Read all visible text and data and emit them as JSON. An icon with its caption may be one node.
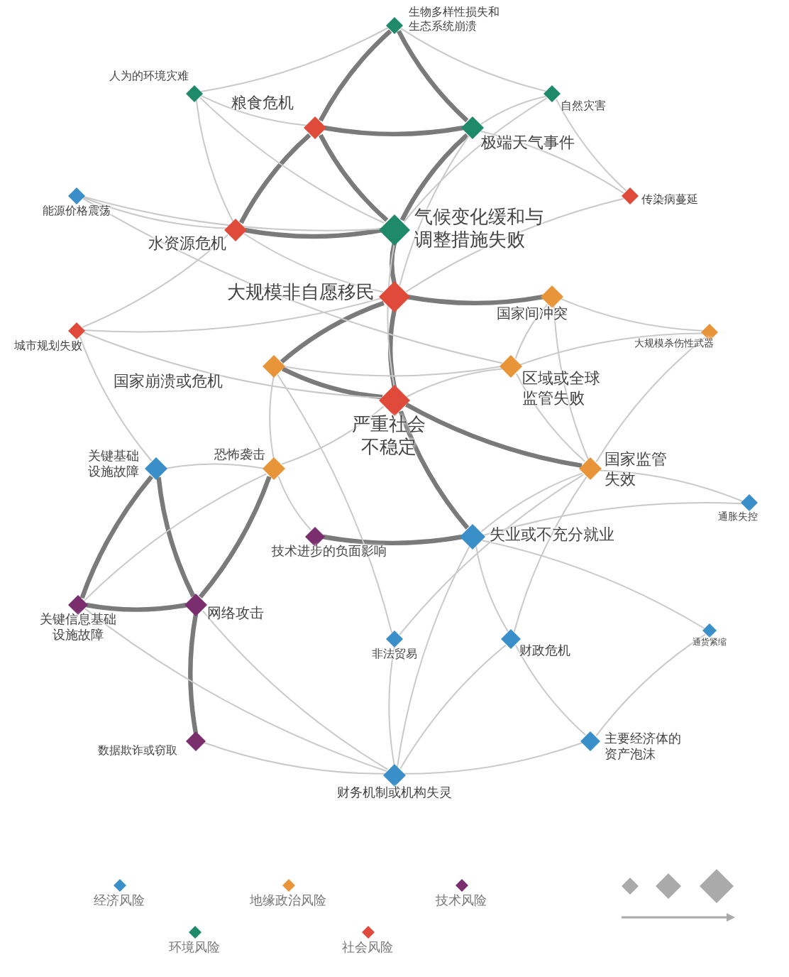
{
  "diagram": {
    "nodes": [
      {
        "text": [
          "生物多样性损失和生态系统崩溃"
        ]
      },
      {
        "text": [
          "人为的环境灾难"
        ]
      },
      {
        "text": [
          "粮食危机"
        ]
      },
      {
        "text": [
          "极端天气事件"
        ]
      },
      {
        "text": [
          "自然灾害"
        ]
      },
      {
        "text": [
          "能源价格震荡"
        ]
      },
      {
        "text": [
          "传染病蔓延"
        ]
      },
      {
        "text": [
          "水资源危机"
        ]
      },
      {
        "text": [
          "气候变化缓和与调整措施失败"
        ]
      },
      {
        "text": [
          "大规模非自愿移民"
        ]
      },
      {
        "text": [
          "城市规划失败"
        ]
      },
      {
        "text": [
          "国家间冲突"
        ]
      },
      {
        "text": [
          "大规模杀伤性武器"
        ]
      },
      {
        "text": [
          "国家崩溃或危机"
        ]
      },
      {
        "text": [
          "区域或全球监管失败"
        ]
      },
      {
        "text": [
          "严重社会不稳定"
        ]
      },
      {
        "text": [
          "关键基础设施故障"
        ]
      },
      {
        "text": [
          "恐怖袭击"
        ]
      },
      {
        "text": [
          "国家监管失效"
        ]
      },
      {
        "text": [
          "通胀失控"
        ]
      },
      {
        "text": [
          "技术进步的负面影响"
        ]
      },
      {
        "text": [
          "失业或不充分就业"
        ]
      },
      {
        "text": [
          "关键信息基础设施故障"
        ]
      },
      {
        "text": [
          "网络攻击"
        ]
      },
      {
        "text": [
          "非法贸易"
        ]
      },
      {
        "text": [
          "财政危机"
        ]
      },
      {
        "text": [
          "通货紧缩"
        ]
      },
      {
        "text": [
          "数据欺诈或窃取"
        ]
      },
      {
        "text": [
          "主要经济体的资产泡沫"
        ]
      },
      {
        "text": [
          "财务机制或机构失灵"
        ]
      }
    ],
    "edges": [
      {
        "from": 2,
        "to": 3,
        "arrow": "none",
        "style": "thick",
        "color": "#7a7a7a"
      },
      {
        "from": 2,
        "to": 8,
        "arrow": "none",
        "style": "thick",
        "color": "#7a7a7a"
      },
      {
        "from": 3,
        "to": 8,
        "arrow": "none",
        "style": "thick",
        "color": "#7a7a7a"
      },
      {
        "from": 0,
        "to": 2,
        "arrow": "none",
        "style": "thick",
        "color": "#7a7a7a"
      },
      {
        "from": 0,
        "to": 3,
        "arrow": "none",
        "style": "thick",
        "color": "#7a7a7a"
      },
      {
        "from": 7,
        "to": 8,
        "arrow": "none",
        "style": "thick",
        "color": "#7a7a7a"
      },
      {
        "from": 8,
        "to": 9,
        "arrow": "none",
        "style": "thick",
        "color": "#7a7a7a"
      },
      {
        "from": 9,
        "to": 13,
        "arrow": "none",
        "style": "thick",
        "color": "#7a7a7a"
      },
      {
        "from": 9,
        "to": 11,
        "arrow": "none",
        "style": "thick",
        "color": "#7a7a7a"
      },
      {
        "from": 9,
        "to": 15,
        "arrow": "none",
        "style": "thick",
        "color": "#7a7a7a"
      },
      {
        "from": 13,
        "to": 15,
        "arrow": "none",
        "style": "thick",
        "color": "#7a7a7a"
      },
      {
        "from": 15,
        "to": 18,
        "arrow": "none",
        "style": "thick",
        "color": "#7a7a7a"
      },
      {
        "from": 15,
        "to": 21,
        "arrow": "none",
        "style": "thick",
        "color": "#7a7a7a"
      },
      {
        "from": 20,
        "to": 21,
        "arrow": "none",
        "style": "thick",
        "color": "#7a7a7a"
      },
      {
        "from": 2,
        "to": 7,
        "arrow": "none",
        "style": "thick",
        "color": "#7a7a7a"
      },
      {
        "from": 16,
        "to": 23,
        "arrow": "none",
        "style": "thick",
        "color": "#7a7a7a"
      },
      {
        "from": 16,
        "to": 22,
        "arrow": "none",
        "style": "thick",
        "color": "#7a7a7a"
      },
      {
        "from": 22,
        "to": 23,
        "arrow": "none",
        "style": "thick",
        "color": "#7a7a7a"
      },
      {
        "from": 23,
        "to": 17,
        "arrow": "none",
        "style": "thick",
        "color": "#7a7a7a"
      },
      {
        "from": 23,
        "to": 27,
        "arrow": "none",
        "style": "thick",
        "color": "#7a7a7a"
      },
      {
        "from": 27,
        "to": 29,
        "arrow": "none"
      },
      {
        "from": 29,
        "to": 28,
        "arrow": "none"
      },
      {
        "from": 1,
        "to": 7,
        "arrow": "none"
      },
      {
        "from": 1,
        "to": 2,
        "arrow": "none"
      },
      {
        "from": 1,
        "to": 0,
        "arrow": "none"
      },
      {
        "from": 1,
        "to": 8,
        "arrow": "none"
      },
      {
        "from": 4,
        "to": 3,
        "arrow": "none"
      },
      {
        "from": 4,
        "to": 8,
        "arrow": "none"
      },
      {
        "from": 4,
        "to": 6,
        "arrow": "none"
      },
      {
        "from": 6,
        "to": 3,
        "arrow": "none"
      },
      {
        "from": 6,
        "to": 9,
        "arrow": "none"
      },
      {
        "from": 5,
        "to": 7,
        "arrow": "none"
      },
      {
        "from": 5,
        "to": 8,
        "arrow": "none"
      },
      {
        "from": 5,
        "to": 14,
        "arrow": "none"
      },
      {
        "from": 10,
        "to": 7,
        "arrow": "none"
      },
      {
        "from": 10,
        "to": 16,
        "arrow": "none"
      },
      {
        "from": 10,
        "to": 9,
        "arrow": "none"
      },
      {
        "from": 10,
        "to": 15,
        "arrow": "none"
      },
      {
        "from": 11,
        "to": 12,
        "arrow": "none"
      },
      {
        "from": 11,
        "to": 14,
        "arrow": "none"
      },
      {
        "from": 11,
        "to": 18,
        "arrow": "none"
      },
      {
        "from": 12,
        "to": 18,
        "arrow": "none"
      },
      {
        "from": 13,
        "to": 17,
        "arrow": "none"
      },
      {
        "from": 13,
        "to": 14,
        "arrow": "none"
      },
      {
        "from": 14,
        "to": 15,
        "arrow": "none"
      },
      {
        "from": 17,
        "to": 15,
        "arrow": "none"
      },
      {
        "from": 17,
        "to": 22,
        "arrow": "none"
      },
      {
        "from": 17,
        "to": 20,
        "arrow": "none"
      },
      {
        "from": 17,
        "to": 16,
        "arrow": "none"
      },
      {
        "from": 18,
        "to": 21,
        "arrow": "none"
      },
      {
        "from": 18,
        "to": 25,
        "arrow": "none"
      },
      {
        "from": 18,
        "to": 24,
        "arrow": "none"
      },
      {
        "from": 19,
        "to": 21,
        "arrow": "none"
      },
      {
        "from": 19,
        "to": 18,
        "arrow": "none"
      },
      {
        "from": 21,
        "to": 25,
        "arrow": "none"
      },
      {
        "from": 21,
        "to": 29,
        "arrow": "none"
      },
      {
        "from": 24,
        "to": 29,
        "arrow": "none"
      },
      {
        "from": 25,
        "to": 28,
        "arrow": "none"
      },
      {
        "from": 25,
        "to": 29,
        "arrow": "none"
      },
      {
        "from": 26,
        "to": 28,
        "arrow": "none"
      },
      {
        "from": 26,
        "to": 21,
        "arrow": "none"
      },
      {
        "from": 23,
        "to": 29,
        "arrow": "none"
      },
      {
        "from": 22,
        "to": 29,
        "arrow": "none"
      },
      {
        "from": 24,
        "to": 13,
        "arrow": "none"
      },
      {
        "from": 12,
        "to": 14,
        "arrow": "none"
      },
      {
        "from": 0,
        "to": 4,
        "arrow": "none"
      },
      {
        "from": 8,
        "to": 15,
        "arrow": "none"
      },
      {
        "from": 14,
        "to": 18,
        "arrow": "none"
      },
      {
        "from": 7,
        "to": 9,
        "arrow": "none"
      },
      {
        "from": 3,
        "to": 9,
        "arrow": "none"
      }
    ],
    "legend": [
      {
        "text": "经济风险",
        "color": "#3a8fc8"
      },
      {
        "text": "地缘政治风险",
        "color": "#e8953a"
      },
      {
        "text": "技术风险",
        "color": "#7a2e6e"
      },
      {
        "text": "环境风险",
        "color": "#1f8a6a"
      },
      {
        "text": "社会风险",
        "color": "#e04a3a"
      }
    ]
  }
}
